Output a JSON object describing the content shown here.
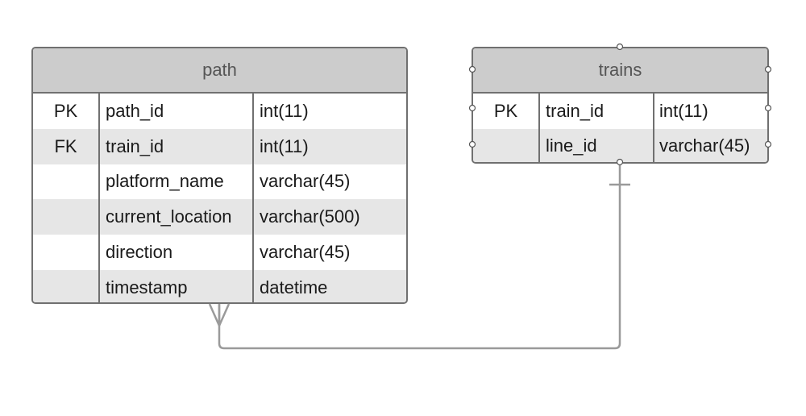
{
  "tables": [
    {
      "title": "path",
      "rows": [
        {
          "key": "PK",
          "name": "path_id",
          "type": "int(11)"
        },
        {
          "key": "FK",
          "name": "train_id",
          "type": "int(11)"
        },
        {
          "key": "",
          "name": "platform_name",
          "type": "varchar(45)"
        },
        {
          "key": "",
          "name": "current_location",
          "type": "varchar(500)"
        },
        {
          "key": "",
          "name": "direction",
          "type": "varchar(45)"
        },
        {
          "key": "",
          "name": "timestamp",
          "type": "datetime"
        }
      ]
    },
    {
      "title": "trains",
      "rows": [
        {
          "key": "PK",
          "name": "train_id",
          "type": "int(11)"
        },
        {
          "key": "",
          "name": "line_id",
          "type": "varchar(45)"
        }
      ]
    }
  ],
  "relationship": {
    "from_table": "trains",
    "to_table": "path",
    "from_cardinality": "one",
    "to_cardinality": "many"
  },
  "colors": {
    "header_bg": "#cccccc",
    "border": "#707070",
    "alt_row": "#e6e6e6",
    "connector": "#9a9a9a"
  }
}
